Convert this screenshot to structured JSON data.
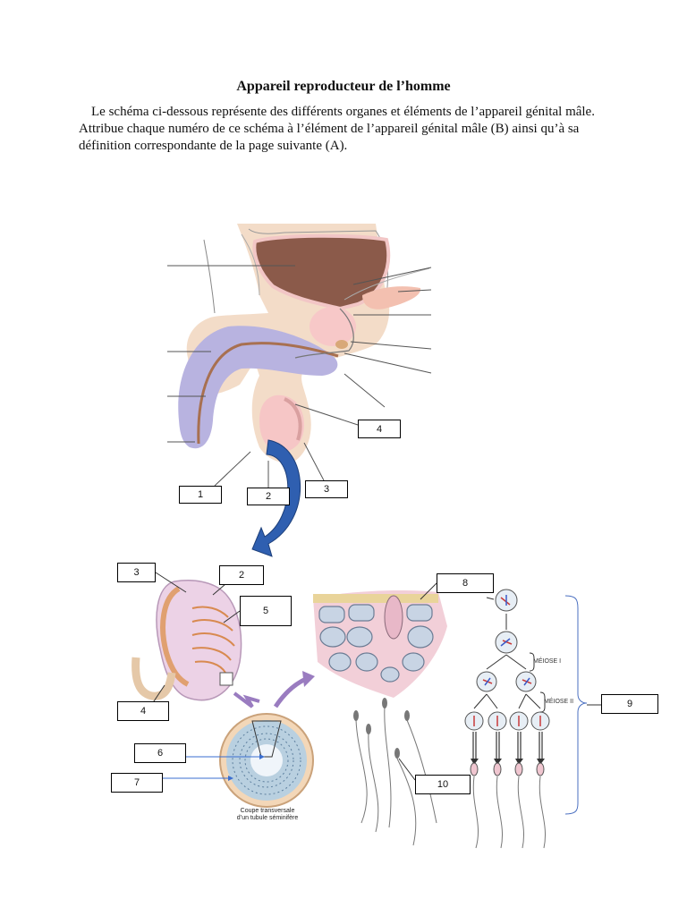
{
  "document": {
    "title": "Appareil reproducteur de l’homme",
    "intro": "Le schéma ci-dessous représente des différents organes et éléments de l’appareil génital mâle. Attribue chaque numéro de ce schéma à l’élément de l’appareil génital mâle (B) ainsi qu’à sa définition correspondante de la page suivante (A)."
  },
  "top_diagram": {
    "labels": [
      "1",
      "2",
      "3",
      "4"
    ]
  },
  "bottom_diagram": {
    "labels": [
      "3",
      "2",
      "5",
      "4",
      "6",
      "7",
      "8",
      "9",
      "10"
    ],
    "caption_line1": "Coupe transversale",
    "caption_line2": "d’un tubule séminifère",
    "meiose_1": "MÉIOSE I",
    "meiose_2": "MÉIOSE II"
  },
  "colors": {
    "bladder": "#8b5a4a",
    "penis": "#b8b3e0",
    "skin": "#f3dcc8",
    "testis": "#f6c6c6",
    "prostate": "#f7c8c8",
    "arrow": "#2f5fb0",
    "purple_arrow": "#9a7cc0"
  }
}
